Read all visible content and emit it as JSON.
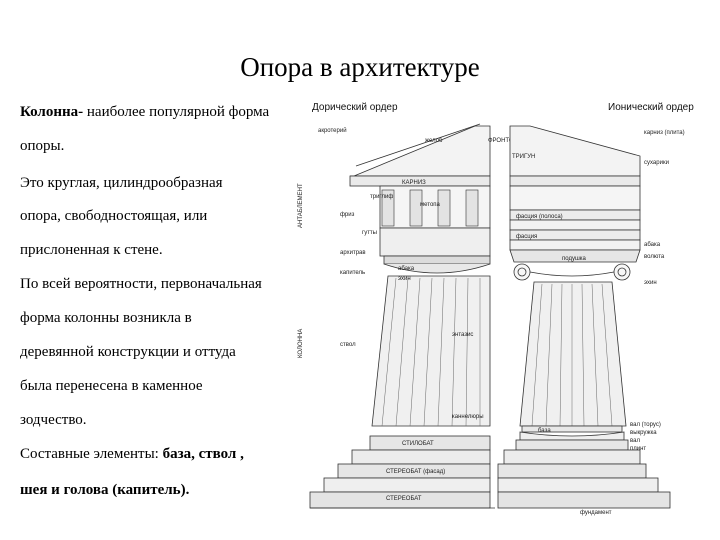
{
  "title": "Опора в архитектуре",
  "text": {
    "l1_bold": "Колонна-",
    "l1_rest": " наиболее популярной форма",
    "l2": "опоры.",
    "l3": "Это  круглая, цилиндрообразная",
    "l4": "опора,  свободностоящая, или",
    "l5": "прислоненная к стене.",
    "l6": "По всей вероятности, первоначальная",
    "l7": "форма колонны  возникла  в",
    "l8": "деревянной  конструкции  и  оттуда",
    "l9": "была  перенесена в каменное",
    "l10": "зодчество.",
    "l11_prefix": "Составные элементы:  ",
    "l11_bold": "база,  ствол ,",
    "l12_bold": "шея и голова (капитель)."
  },
  "figure": {
    "doric_header": "Дорический ордер",
    "ionic_header": "Ионический ордер",
    "labels": {
      "akroterij": "акротерий",
      "zhelob": "желоб",
      "frontonon": "ФРОНТОН",
      "timpan": "ТРИГУН",
      "karniz": "КАРНИЗ",
      "triglif": "триглиф",
      "metopa": "метопа",
      "gutty": "гутты",
      "architrav": "архитрав",
      "friz": "фриз",
      "kapitel": "капитель",
      "abaka": "абака",
      "ehin": "эхин",
      "stvol": "ствол",
      "entazis": "энтазис",
      "kanneljury": "каннелюры",
      "stilobat": "СТИЛОБАТ",
      "stereobat_fasad": "СТЕРЕОБАТ (фасад)",
      "stereobat": "СТЕРЕОБАТ",
      "antablement": "АНТАБЛЕМЕНТ",
      "kolonna": "КОЛОННА",
      "fascija_verh": "фасция (полоса)",
      "fascija": "фасция",
      "abaka_ion": "абака",
      "volyuta": "волюта",
      "podushka": "подушка",
      "ehin_ion": "эхин",
      "baza": "база",
      "val_verh": "вал (торус)",
      "vypuklost": "выкружка",
      "val": "вал",
      "plintus": "плинт",
      "zubchiki": "сухарики",
      "karniz_ion": "карниз (плита)",
      "fundament": "фундамент"
    }
  }
}
